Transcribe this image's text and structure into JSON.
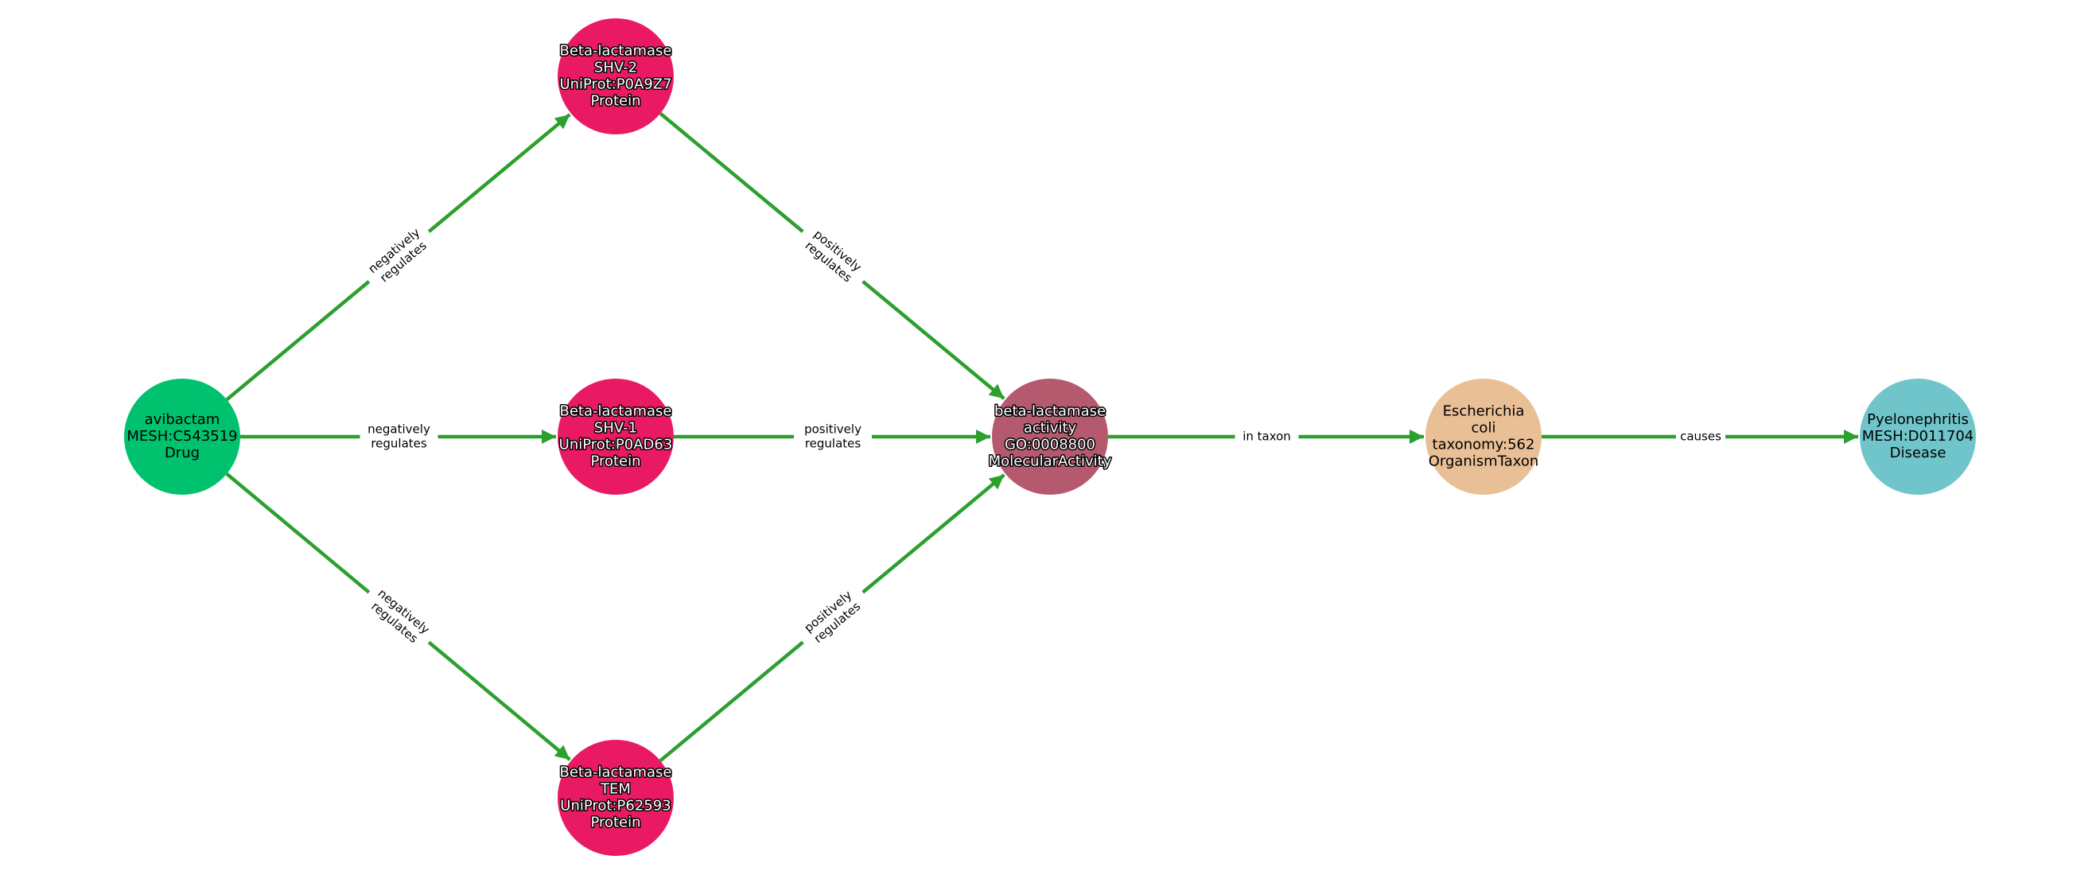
{
  "colors": {
    "edge": "#2ca02c",
    "Drug": "#00c16e",
    "Protein": "#e91a63",
    "MolecularActivity": "#b5596f",
    "OrganismTaxon": "#e9bf96",
    "Disease": "#6fc5ca"
  },
  "nodes": [
    {
      "id": "avibactam",
      "type": "Drug",
      "lines": [
        "avibactam",
        "MESH:C543519",
        "Drug"
      ]
    },
    {
      "id": "shv2",
      "type": "Protein",
      "lines": [
        "Beta-lactamase",
        "SHV-2",
        "UniProt:P0A9Z7",
        "Protein"
      ]
    },
    {
      "id": "shv1",
      "type": "Protein",
      "lines": [
        "Beta-lactamase",
        "SHV-1",
        "UniProt:P0AD63",
        "Protein"
      ]
    },
    {
      "id": "tem",
      "type": "Protein",
      "lines": [
        "Beta-lactamase",
        "TEM",
        "UniProt:P62593",
        "Protein"
      ]
    },
    {
      "id": "bla",
      "type": "MolecularActivity",
      "lines": [
        "beta-lactamase",
        "activity",
        "GO:0008800",
        "MolecularActivity"
      ]
    },
    {
      "id": "ecoli",
      "type": "OrganismTaxon",
      "lines": [
        "Escherichia",
        "coli",
        "taxonomy:562",
        "OrganismTaxon"
      ]
    },
    {
      "id": "pyelo",
      "type": "Disease",
      "lines": [
        "Pyelonephritis",
        "MESH:D011704",
        "Disease"
      ]
    }
  ],
  "edges": [
    {
      "from": "avibactam",
      "to": "shv2",
      "lines": [
        "negatively",
        "regulates"
      ]
    },
    {
      "from": "avibactam",
      "to": "shv1",
      "lines": [
        "negatively",
        "regulates"
      ]
    },
    {
      "from": "avibactam",
      "to": "tem",
      "lines": [
        "negatively",
        "regulates"
      ]
    },
    {
      "from": "shv2",
      "to": "bla",
      "lines": [
        "positively",
        "regulates"
      ]
    },
    {
      "from": "shv1",
      "to": "bla",
      "lines": [
        "positively",
        "regulates"
      ]
    },
    {
      "from": "tem",
      "to": "bla",
      "lines": [
        "positively",
        "regulates"
      ]
    },
    {
      "from": "bla",
      "to": "ecoli",
      "lines": [
        "in taxon"
      ]
    },
    {
      "from": "ecoli",
      "to": "pyelo",
      "lines": [
        "causes"
      ]
    }
  ]
}
